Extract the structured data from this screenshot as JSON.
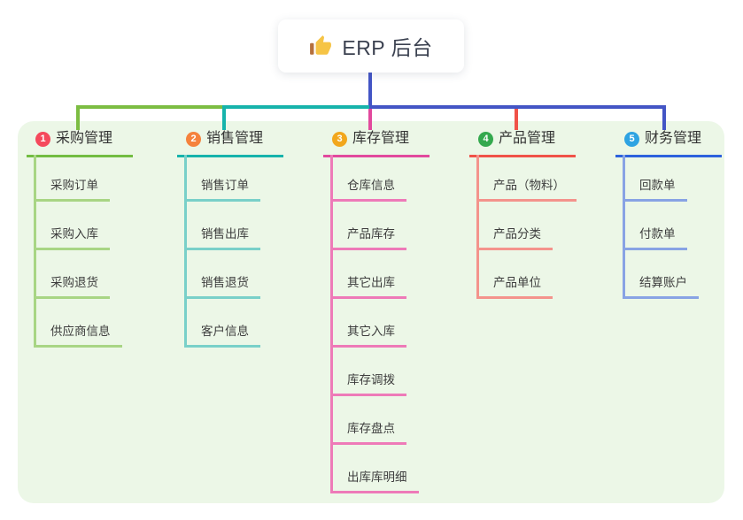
{
  "root": {
    "title": "ERP 后台",
    "icon": "thumbs-up-icon"
  },
  "branches": [
    {
      "badge": "1",
      "title": "采购管理",
      "colors": {
        "badge": "#f5495c",
        "line": "#72bc42",
        "child_line": "#a8d584",
        "connector": "#7cbd42"
      },
      "children": [
        "采购订单",
        "采购入库",
        "采购退货",
        "供应商信息"
      ]
    },
    {
      "badge": "2",
      "title": "销售管理",
      "colors": {
        "badge": "#f5823c",
        "line": "#16b3ab",
        "child_line": "#79d0c9",
        "connector": "#16b3ab"
      },
      "children": [
        "销售订单",
        "销售出库",
        "销售退货",
        "客户信息"
      ]
    },
    {
      "badge": "3",
      "title": "库存管理",
      "colors": {
        "badge": "#f2a71d",
        "line": "#e2499d",
        "child_line": "#ee7ab8",
        "connector": "#e2499d"
      },
      "children": [
        "仓库信息",
        "产品库存",
        "其它出库",
        "其它入库",
        "库存调拨",
        "库存盘点",
        "出库库明细"
      ]
    },
    {
      "badge": "4",
      "title": "产品管理",
      "colors": {
        "badge": "#34a94e",
        "line": "#f05248",
        "child_line": "#f4938c",
        "connector": "#f05248"
      },
      "children": [
        "产品（物料）",
        "产品分类",
        "产品单位"
      ]
    },
    {
      "badge": "5",
      "title": "财务管理",
      "colors": {
        "badge": "#2ea3e2",
        "line": "#2d62dd",
        "child_line": "#88a3e4",
        "connector": "#4355c5"
      },
      "children": [
        "回款单",
        "付款单",
        "结算账户"
      ]
    }
  ],
  "palette": {
    "canvas": "#ffffff",
    "panel": "#ecf7e7",
    "root_connector": "#4355c5",
    "root_title_color": "#3b4150",
    "thumb_hand_color": "#f6c445",
    "thumb_sleeve_color": "#b5703d"
  }
}
